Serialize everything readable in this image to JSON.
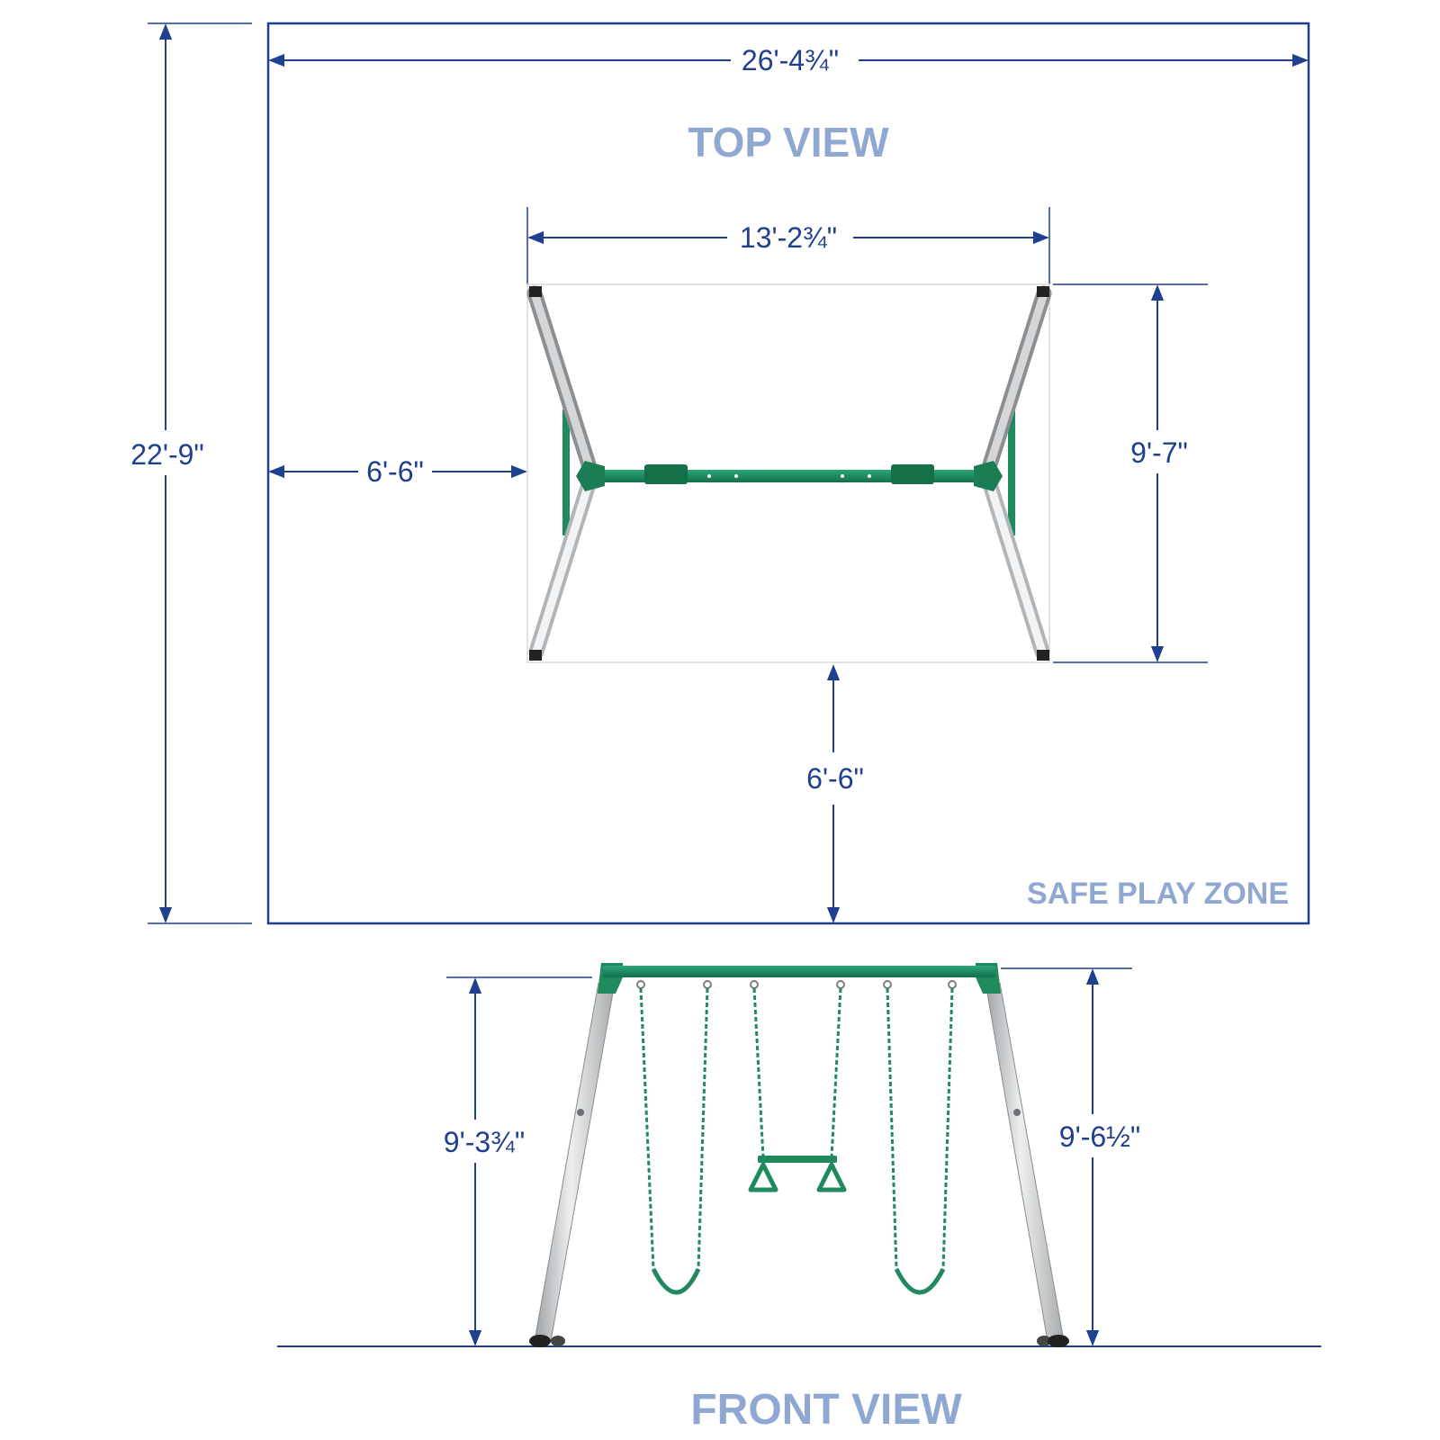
{
  "top_view": {
    "title": "TOP VIEW",
    "zone_label": "SAFE PLAY ZONE",
    "zone_width": "26'-4¾\"",
    "zone_depth": "22'-9\"",
    "frame_width": "13'-2¾\"",
    "frame_depth": "9'-7\"",
    "side_clearance": "6'-6\"",
    "front_clearance": "6'-6\""
  },
  "front_view": {
    "title": "FRONT VIEW",
    "left_height": "9'-3¾\"",
    "right_height": "9'-6½\""
  },
  "colors": {
    "dimension": "#1f3f8f",
    "heading": "#8fa8d2",
    "frame_green": "#1e8a5e",
    "leg_silver": "#c9ccce"
  }
}
